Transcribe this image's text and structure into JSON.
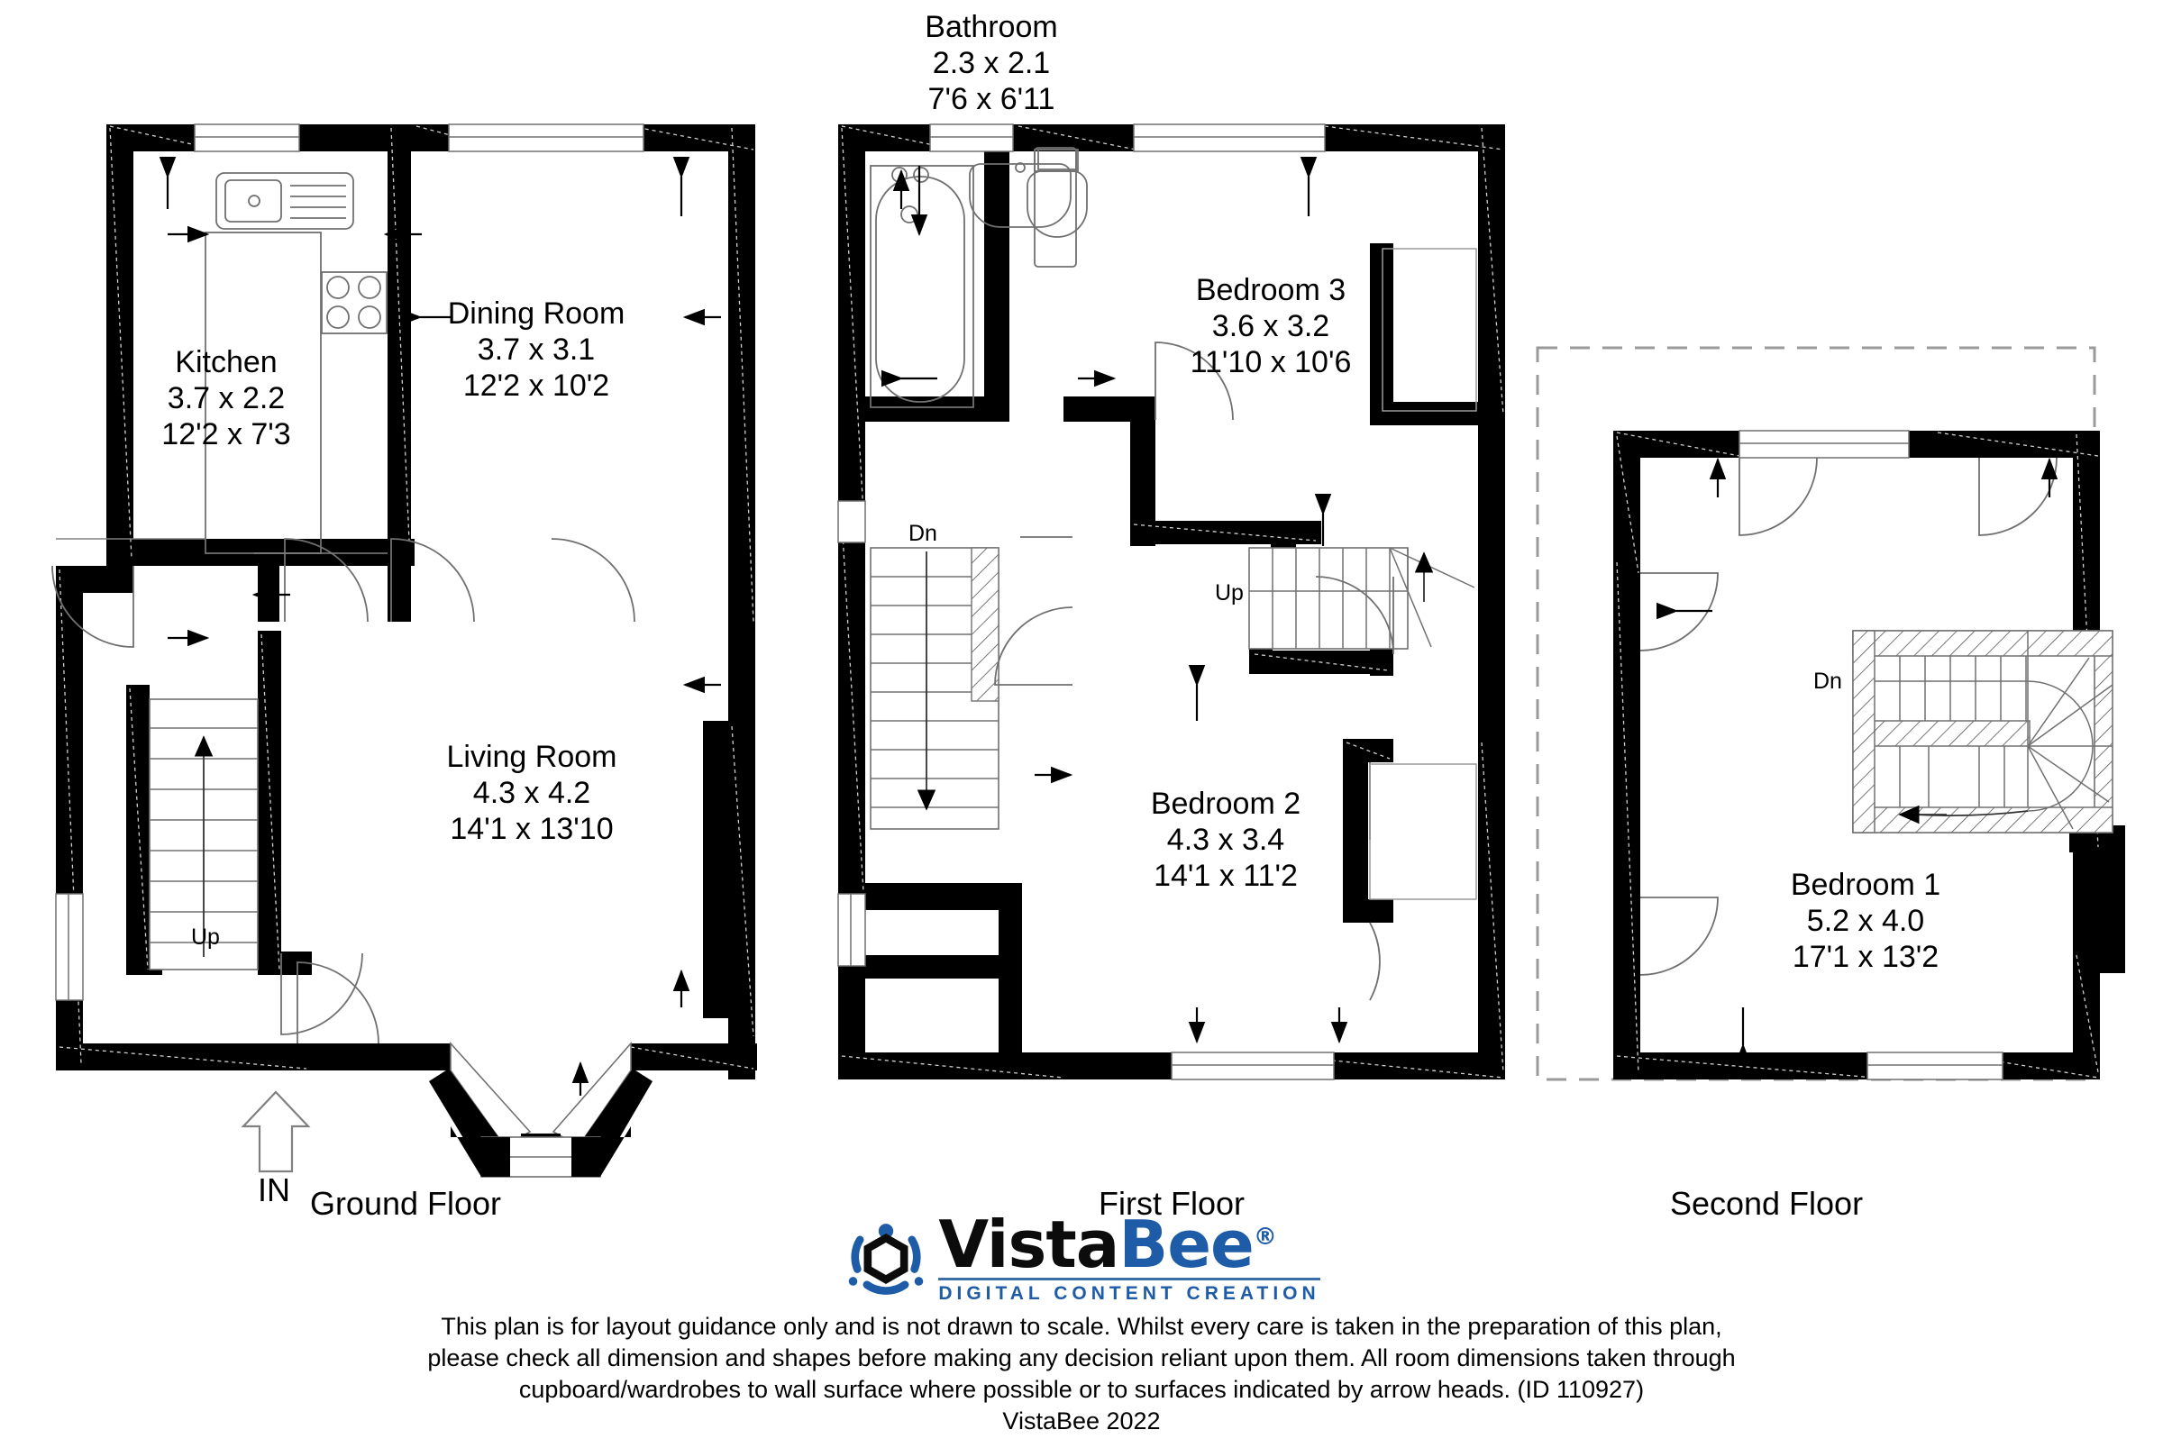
{
  "document": {
    "type": "floor-plan",
    "provider": "VistaBee",
    "year": "VistaBee 2022",
    "plan_id": "ID 110927"
  },
  "floors": [
    {
      "id": "ground",
      "title": "Ground Floor",
      "rooms": [
        {
          "id": "kitchen",
          "name": "Kitchen",
          "metric": "3.7 x 2.2",
          "imperial": "12'2 x 7'3"
        },
        {
          "id": "dining-room",
          "name": "Dining Room",
          "metric": "3.7 x 3.1",
          "imperial": "12'2 x 10'2"
        },
        {
          "id": "living-room",
          "name": "Living Room",
          "metric": "4.3 x 4.2",
          "imperial": "14'1 x 13'10"
        }
      ],
      "annotations": [
        {
          "id": "stair-up",
          "label": "Up"
        },
        {
          "id": "entrance",
          "label": "IN"
        }
      ],
      "fixtures": [
        "kitchen-sink",
        "kitchen-hob",
        "staircase",
        "bay-window",
        "entrance-arrow"
      ]
    },
    {
      "id": "first",
      "title": "First Floor",
      "rooms": [
        {
          "id": "bathroom",
          "name": "Bathroom",
          "metric": "2.3 x 2.1",
          "imperial": "7'6 x 6'11"
        },
        {
          "id": "bedroom-3",
          "name": "Bedroom 3",
          "metric": "3.6 x 3.2",
          "imperial": "11'10 x 10'6"
        },
        {
          "id": "bedroom-2",
          "name": "Bedroom 2",
          "metric": "4.3 x 3.4",
          "imperial": "14'1 x 11'2"
        }
      ],
      "annotations": [
        {
          "id": "stair-dn",
          "label": "Dn"
        },
        {
          "id": "stair-up",
          "label": "Up"
        }
      ],
      "fixtures": [
        "bathtub",
        "wash-basin",
        "toilet",
        "staircase-down",
        "staircase-up"
      ]
    },
    {
      "id": "second",
      "title": "Second Floor",
      "rooms": [
        {
          "id": "bedroom-1",
          "name": "Bedroom 1",
          "metric": "5.2 x 4.0",
          "imperial": "17'1 x 13'2"
        }
      ],
      "annotations": [
        {
          "id": "stair-dn",
          "label": "Dn"
        }
      ],
      "fixtures": [
        "winder-staircase",
        "outline-boundary"
      ]
    }
  ],
  "logo": {
    "word_primary": "Vista",
    "word_secondary": "Bee",
    "registered_mark": "®",
    "tagline": "DIGITAL CONTENT CREATION",
    "colors": {
      "primary": "#0c0c0c",
      "accent": "#1f5ca8"
    }
  },
  "disclaimer": {
    "line1": "This plan is for layout guidance only and is not drawn to scale. Whilst every care is taken in the preparation of this plan,",
    "line2": "please check all dimension and shapes before making any decision reliant upon them. All room dimensions taken through",
    "line3": "cupboard/wardrobes to wall surface where possible or to surfaces indicated by arrow heads. (ID 110927)",
    "line4": "VistaBee 2022"
  },
  "colors": {
    "wall": "#000000",
    "thin_line": "#808080",
    "outline_dash": "#9a9a9a",
    "background": "#ffffff"
  }
}
